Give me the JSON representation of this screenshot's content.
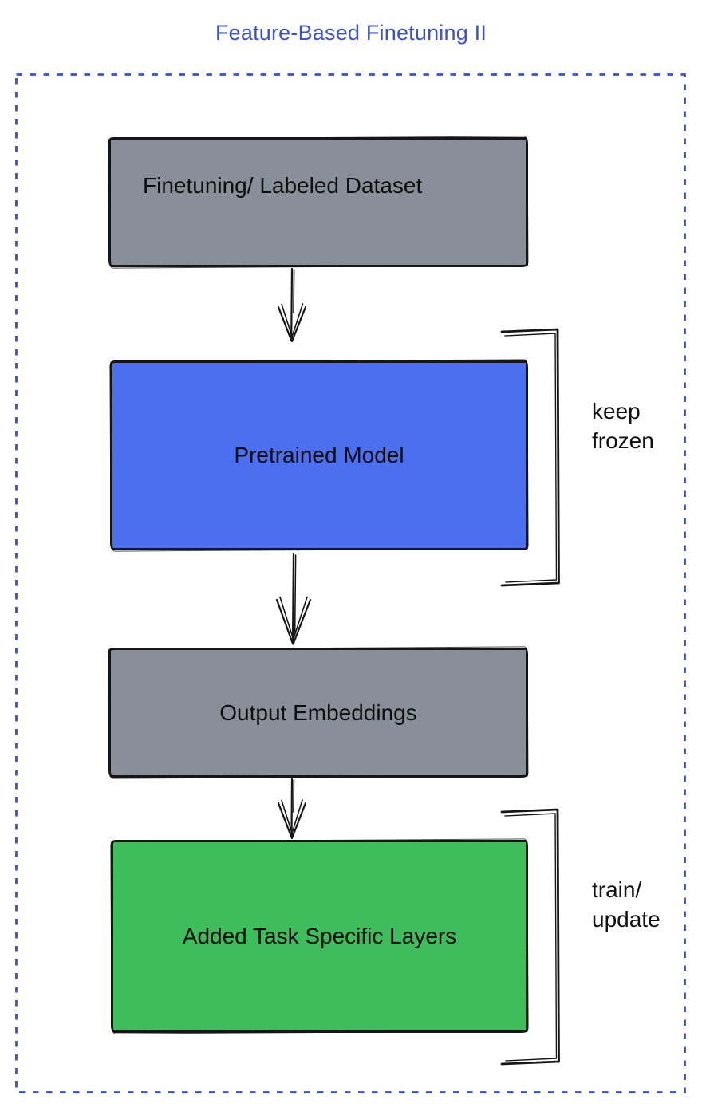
{
  "title": "Feature-Based Finetuning II",
  "colors": {
    "title_blue": "#3C52C9",
    "frame_blue": "#3A50CE",
    "ink": "#161616",
    "node_gray": "#888F98",
    "node_blue": "#4B6FEF",
    "node_green": "#3FBC5C"
  },
  "nodes": {
    "dataset": {
      "label": "Finetuning/ Labeled Dataset",
      "fill": "#888F98"
    },
    "pretrained": {
      "label": "Pretrained Model",
      "fill": "#4B6FEF"
    },
    "embeddings": {
      "label": "Output Embeddings",
      "fill": "#888F98"
    },
    "task_layers": {
      "label": "Added Task Specific Layers",
      "fill": "#3FBC5C"
    }
  },
  "annotations": {
    "keep_frozen": {
      "line1": "keep",
      "line2": "frozen"
    },
    "train_update": {
      "line1": "train/",
      "line2": "update"
    }
  }
}
